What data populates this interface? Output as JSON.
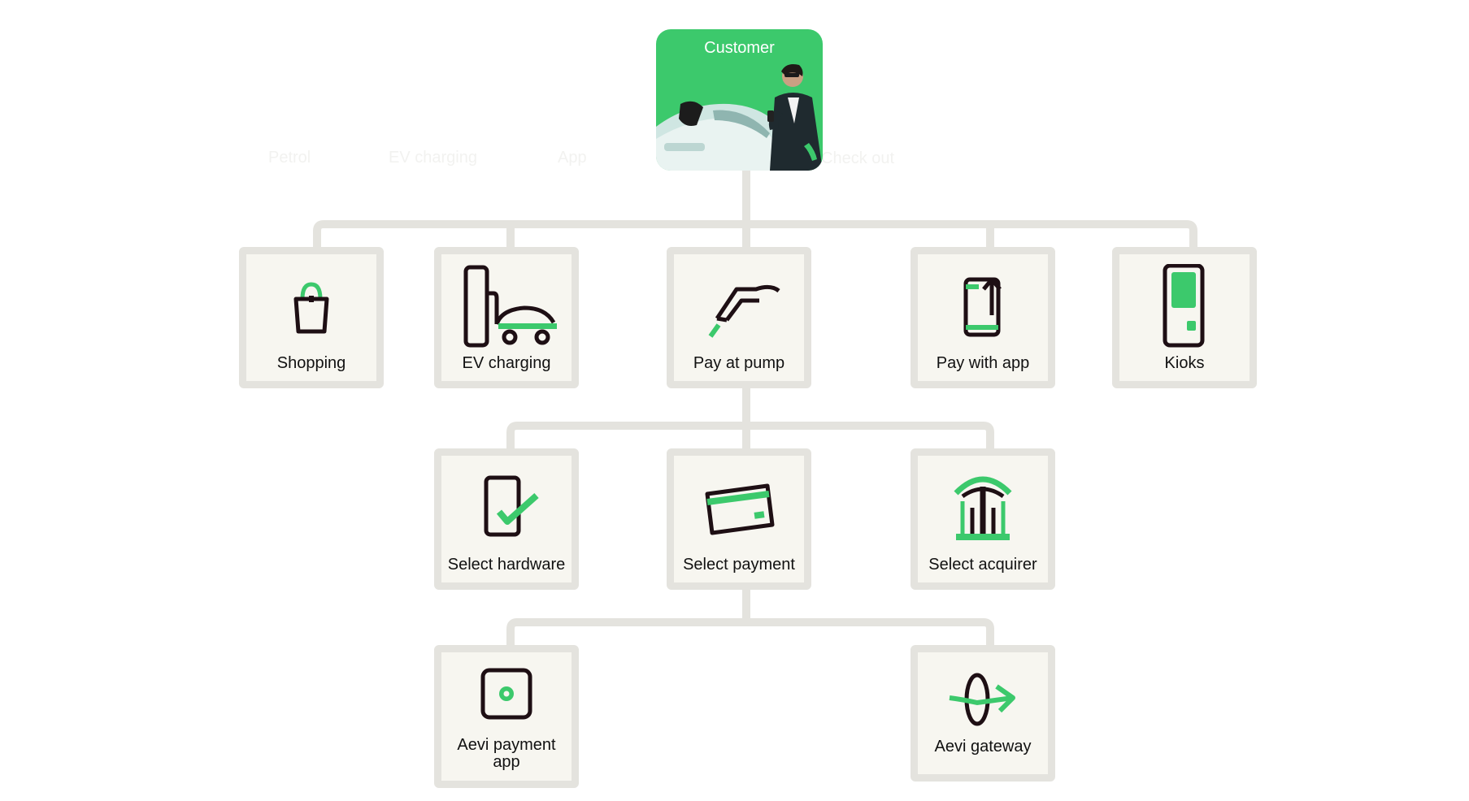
{
  "ghost_labels": [
    "Petrol",
    "EV charging",
    "App",
    "Check out"
  ],
  "root": {
    "label": "Customer"
  },
  "level1": [
    {
      "label": "Shopping",
      "icon": "shopping-bag-icon"
    },
    {
      "label": "EV charging",
      "icon": "ev-charging-icon"
    },
    {
      "label": "Pay at pump",
      "icon": "fuel-nozzle-icon"
    },
    {
      "label": "Pay with app",
      "icon": "phone-app-icon"
    },
    {
      "label": "Kioks",
      "icon": "kiosk-icon"
    }
  ],
  "level2": [
    {
      "label": "Select hardware",
      "icon": "tablet-check-icon"
    },
    {
      "label": "Select payment",
      "icon": "payment-card-icon"
    },
    {
      "label": "Select acquirer",
      "icon": "bank-icon"
    }
  ],
  "level3": [
    {
      "label": "Aevi payment app",
      "icon": "payment-terminal-icon"
    },
    {
      "label": "Aevi gateway",
      "icon": "gateway-icon"
    }
  ],
  "colors": {
    "accent_green": "#3cc96c",
    "icon_dark": "#1e0f14",
    "node_fill": "#f7f6f0",
    "node_border": "#e4e3de",
    "connector": "#e4e3de"
  }
}
